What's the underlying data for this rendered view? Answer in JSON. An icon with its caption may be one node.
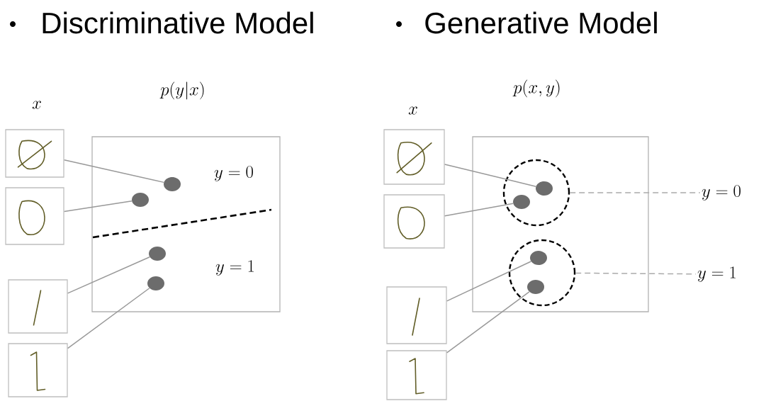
{
  "diagram": {
    "nodes": [
      {
        "text": [
          "y = 0",
          "y = 1"
        ]
      },
      {
        "text": [],
        "shape": "picture"
      },
      {
        "text": [],
        "shape": "picture"
      },
      {
        "text": [],
        "shape": "picture"
      },
      {
        "text": [],
        "shape": "picture"
      },
      {
        "text": [],
        "shape": "circle",
        "in": 0
      },
      {
        "text": [],
        "shape": "circle",
        "in": 0
      },
      {
        "text": [],
        "shape": "circle",
        "in": 0
      },
      {
        "text": [],
        "shape": "circle",
        "in": 0
      },
      {
        "text": [],
        "shape": "box"
      },
      {
        "text": [],
        "shape": "picture"
      },
      {
        "text": [],
        "shape": "picture"
      },
      {
        "text": [],
        "shape": "picture"
      },
      {
        "text": [],
        "shape": "picture"
      },
      {
        "text": [],
        "shape": "circle",
        "in": 9
      },
      {
        "text": [],
        "shape": "circle",
        "in": 9
      },
      {
        "text": [],
        "shape": "circle",
        "in": 14
      },
      {
        "text": [],
        "shape": "circle",
        "in": 14
      },
      {
        "text": [],
        "shape": "circle",
        "in": 15
      },
      {
        "text": [],
        "shape": "circle",
        "in": 15
      },
      {
        "text": [
          "y = 0"
        ]
      },
      {
        "text": [
          "y = 1"
        ]
      }
    ],
    "edges": [
      {
        "from": 1,
        "to": 5,
        "arrow": "none"
      },
      {
        "from": 2,
        "to": 6,
        "arrow": "none"
      },
      {
        "from": 3,
        "to": 7,
        "arrow": "none"
      },
      {
        "from": 4,
        "to": 8,
        "arrow": "none"
      },
      {
        "from": 10,
        "to": 16,
        "arrow": "none"
      },
      {
        "from": 11,
        "to": 17,
        "arrow": "none"
      },
      {
        "from": 12,
        "to": 18,
        "arrow": "none"
      },
      {
        "from": 13,
        "to": 19,
        "arrow": "none"
      },
      {
        "from": 14,
        "to": 20,
        "arrow": "none",
        "style": "dashed",
        "color": "#aaaaaa"
      },
      {
        "from": 15,
        "to": 21,
        "arrow": "none",
        "style": "dashed",
        "color": "#aaaaaa"
      }
    ],
    "labels": [
      "Discriminative Model",
      "Generative Model",
      "p(y|x)",
      "p(x, y)",
      "x",
      "x"
    ]
  }
}
